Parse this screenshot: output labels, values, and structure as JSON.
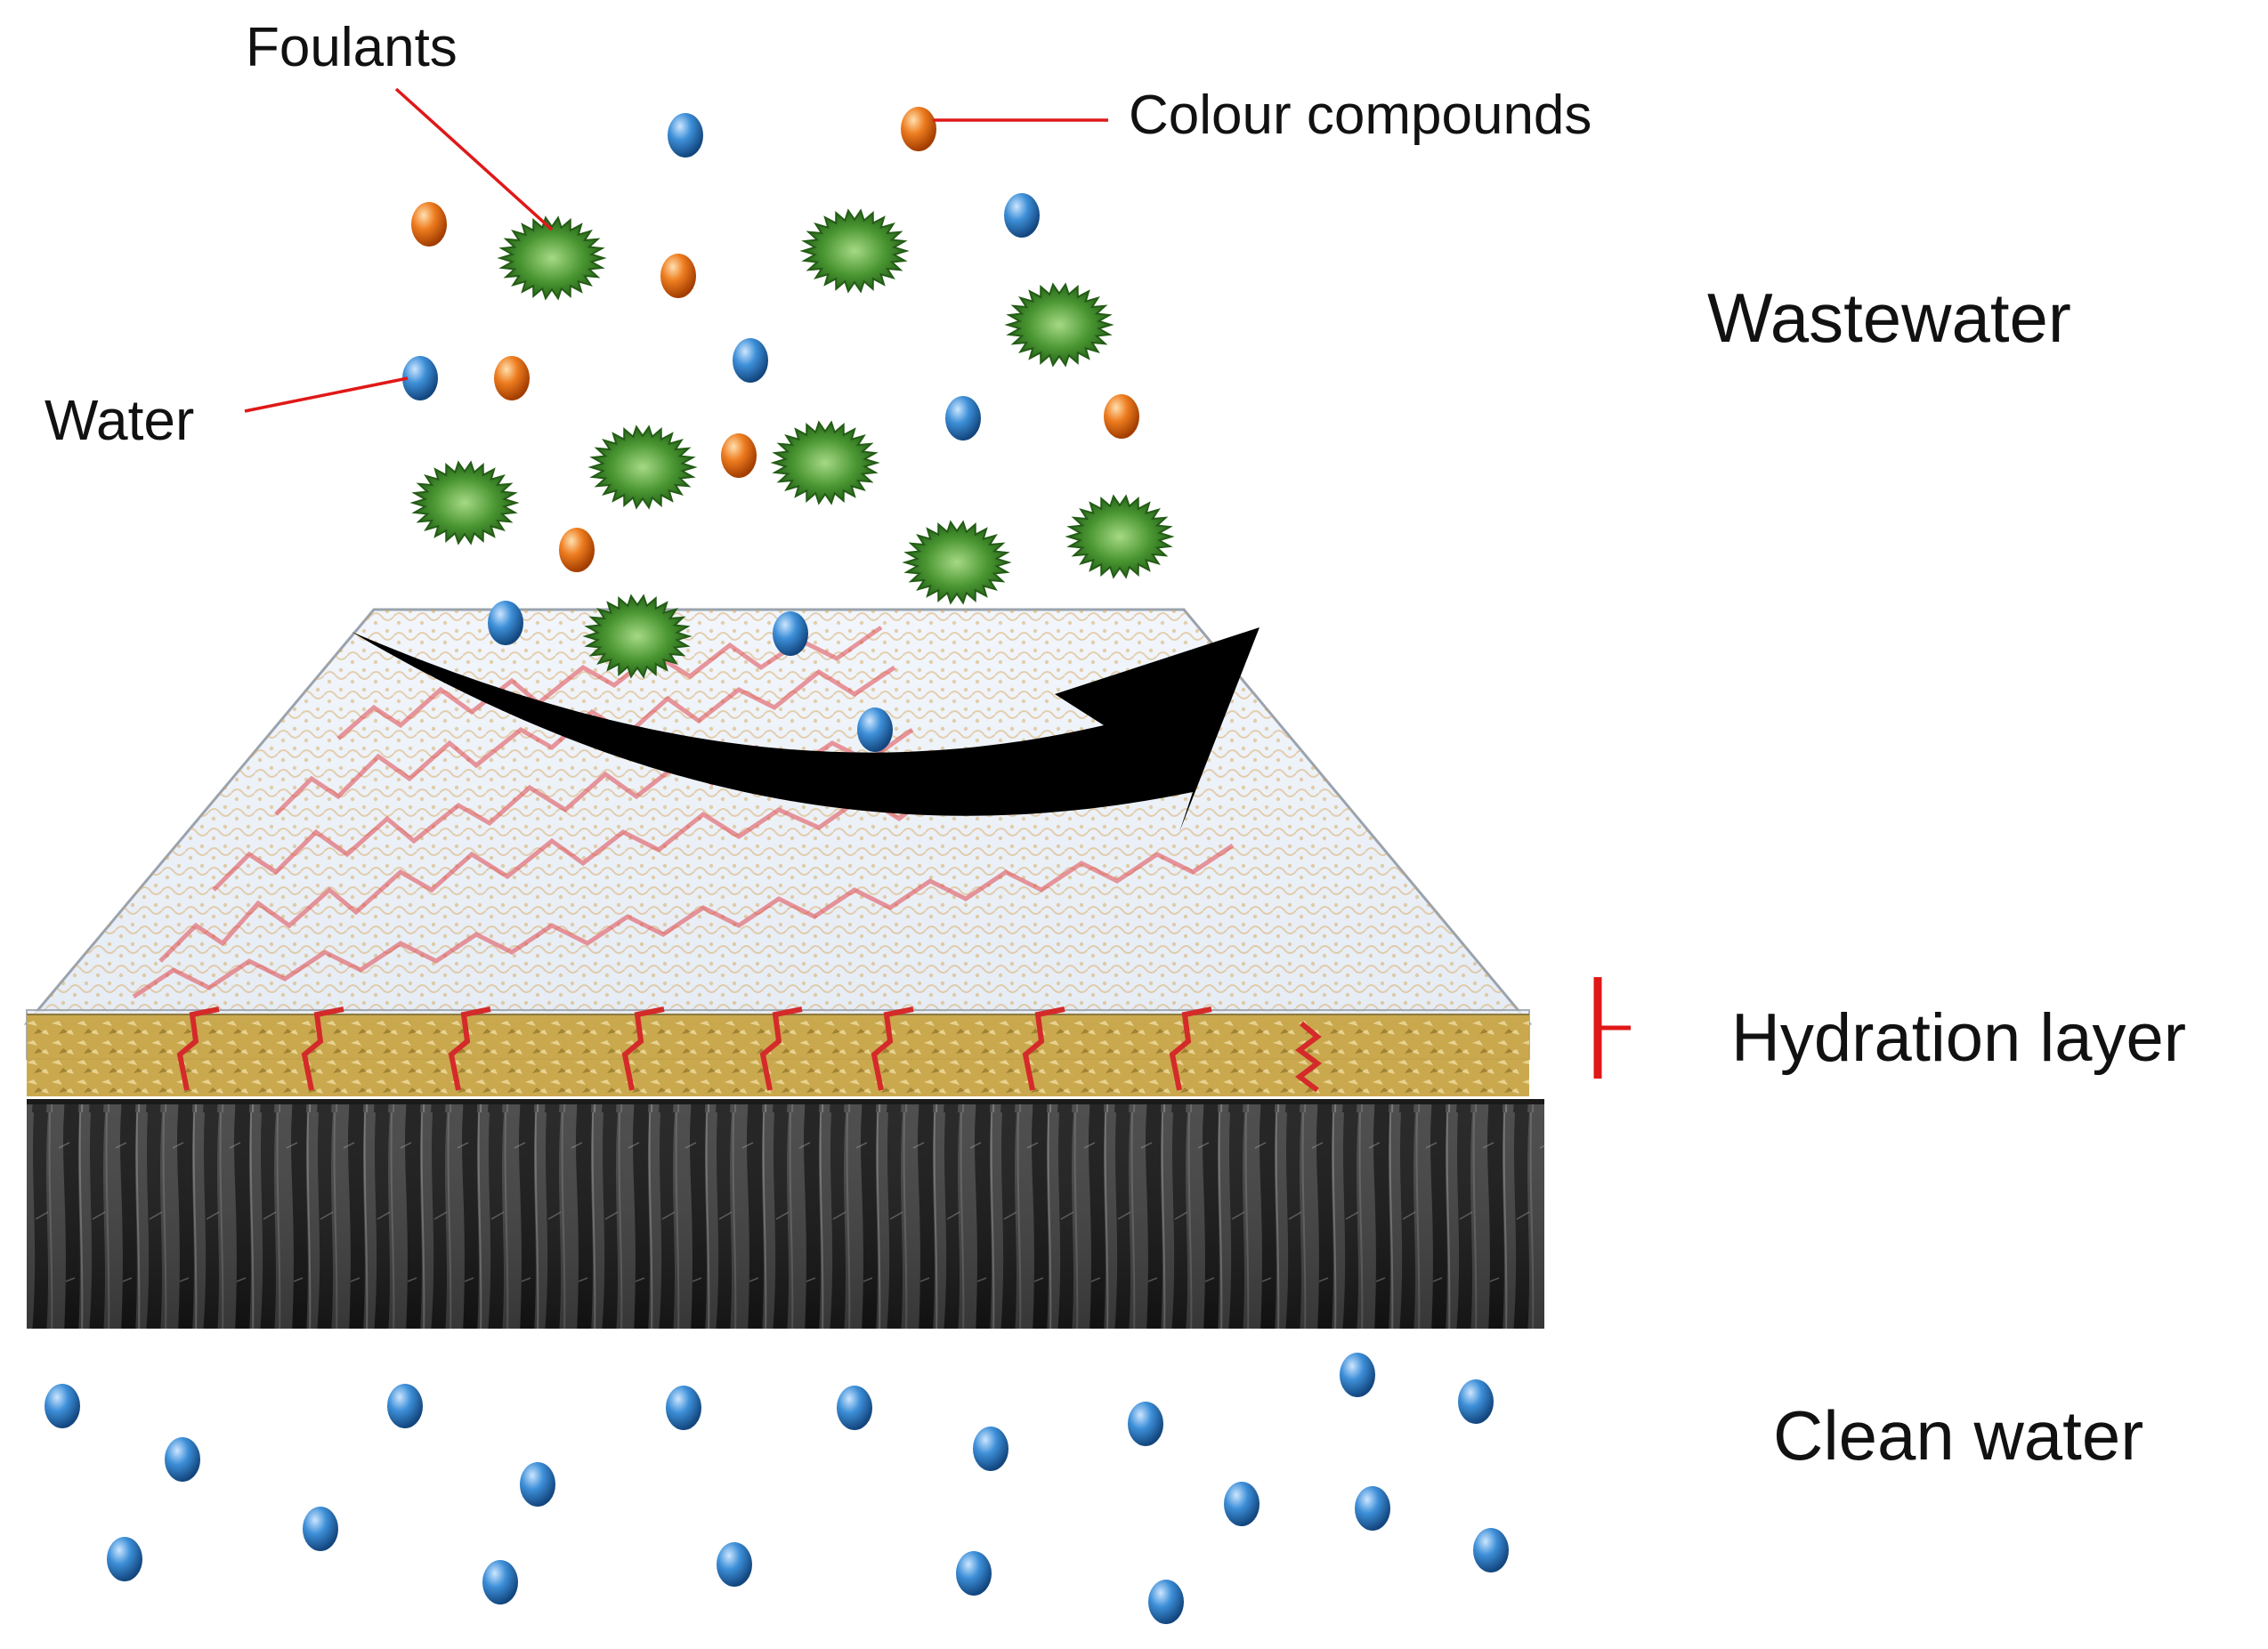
{
  "labels": {
    "foulants": "Foulants",
    "colour_compounds": "Colour compounds",
    "water": "Water",
    "wastewater": "Wastewater",
    "hydration_layer": "Hydration layer",
    "clean_water": "Clean water"
  },
  "colors": {
    "water_particle": "#2f7fd0",
    "colour_compound_particle": "#e8741a",
    "foulant_particle": "#3f8a2c",
    "leader_line": "#e01818",
    "hydration_marker": "#e01818",
    "polymer_brush": "#e0474f",
    "hydration_layer_fill": "#c9a645",
    "membrane_support": "#3a3a3a",
    "flow_arrow": "#000000"
  },
  "particle_types": [
    "water-molecule",
    "colour-compound",
    "foulant"
  ]
}
